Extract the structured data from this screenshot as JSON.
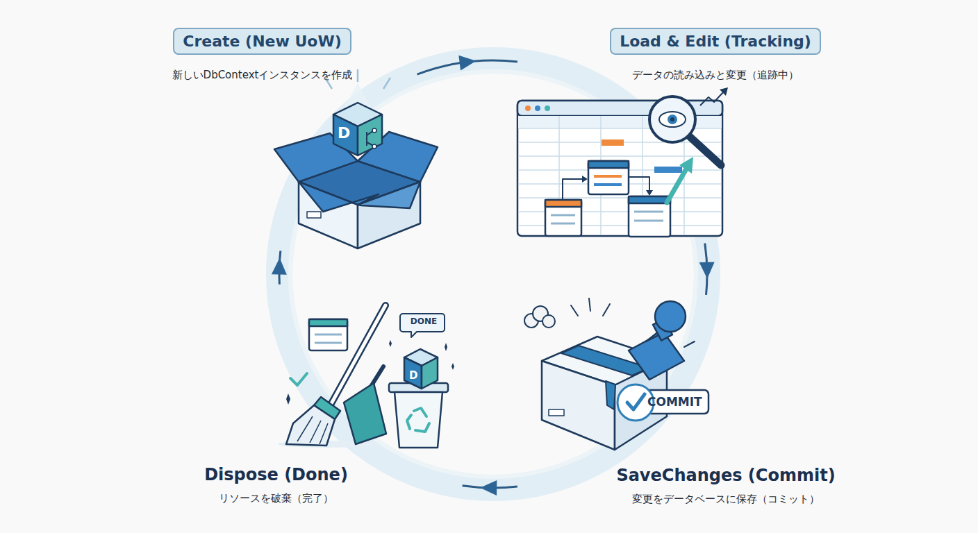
{
  "diagram": {
    "nodes": [
      {
        "text": [
          "Create (New UoW)",
          "新しいDbContextインスタンスを作成"
        ]
      },
      {
        "text": [
          "Load & Edit (Tracking)",
          "データの読み込みと変更（追跡中）"
        ]
      },
      {
        "text": [
          "Dispose (Done)",
          "リソースを破棄（完了）"
        ]
      },
      {
        "text": [
          "SaveChanges (Commit)",
          "変更をデータベースに保存（コミット）"
        ]
      }
    ],
    "edges": [
      {
        "from": 0,
        "to": 1,
        "arrow": "to"
      },
      {
        "from": 1,
        "to": 3,
        "arrow": "to"
      },
      {
        "from": 3,
        "to": 2,
        "arrow": "to"
      },
      {
        "from": 2,
        "to": 0,
        "arrow": "to"
      }
    ],
    "labels": [
      "D",
      "DONE",
      "D",
      "COMMIT"
    ]
  }
}
